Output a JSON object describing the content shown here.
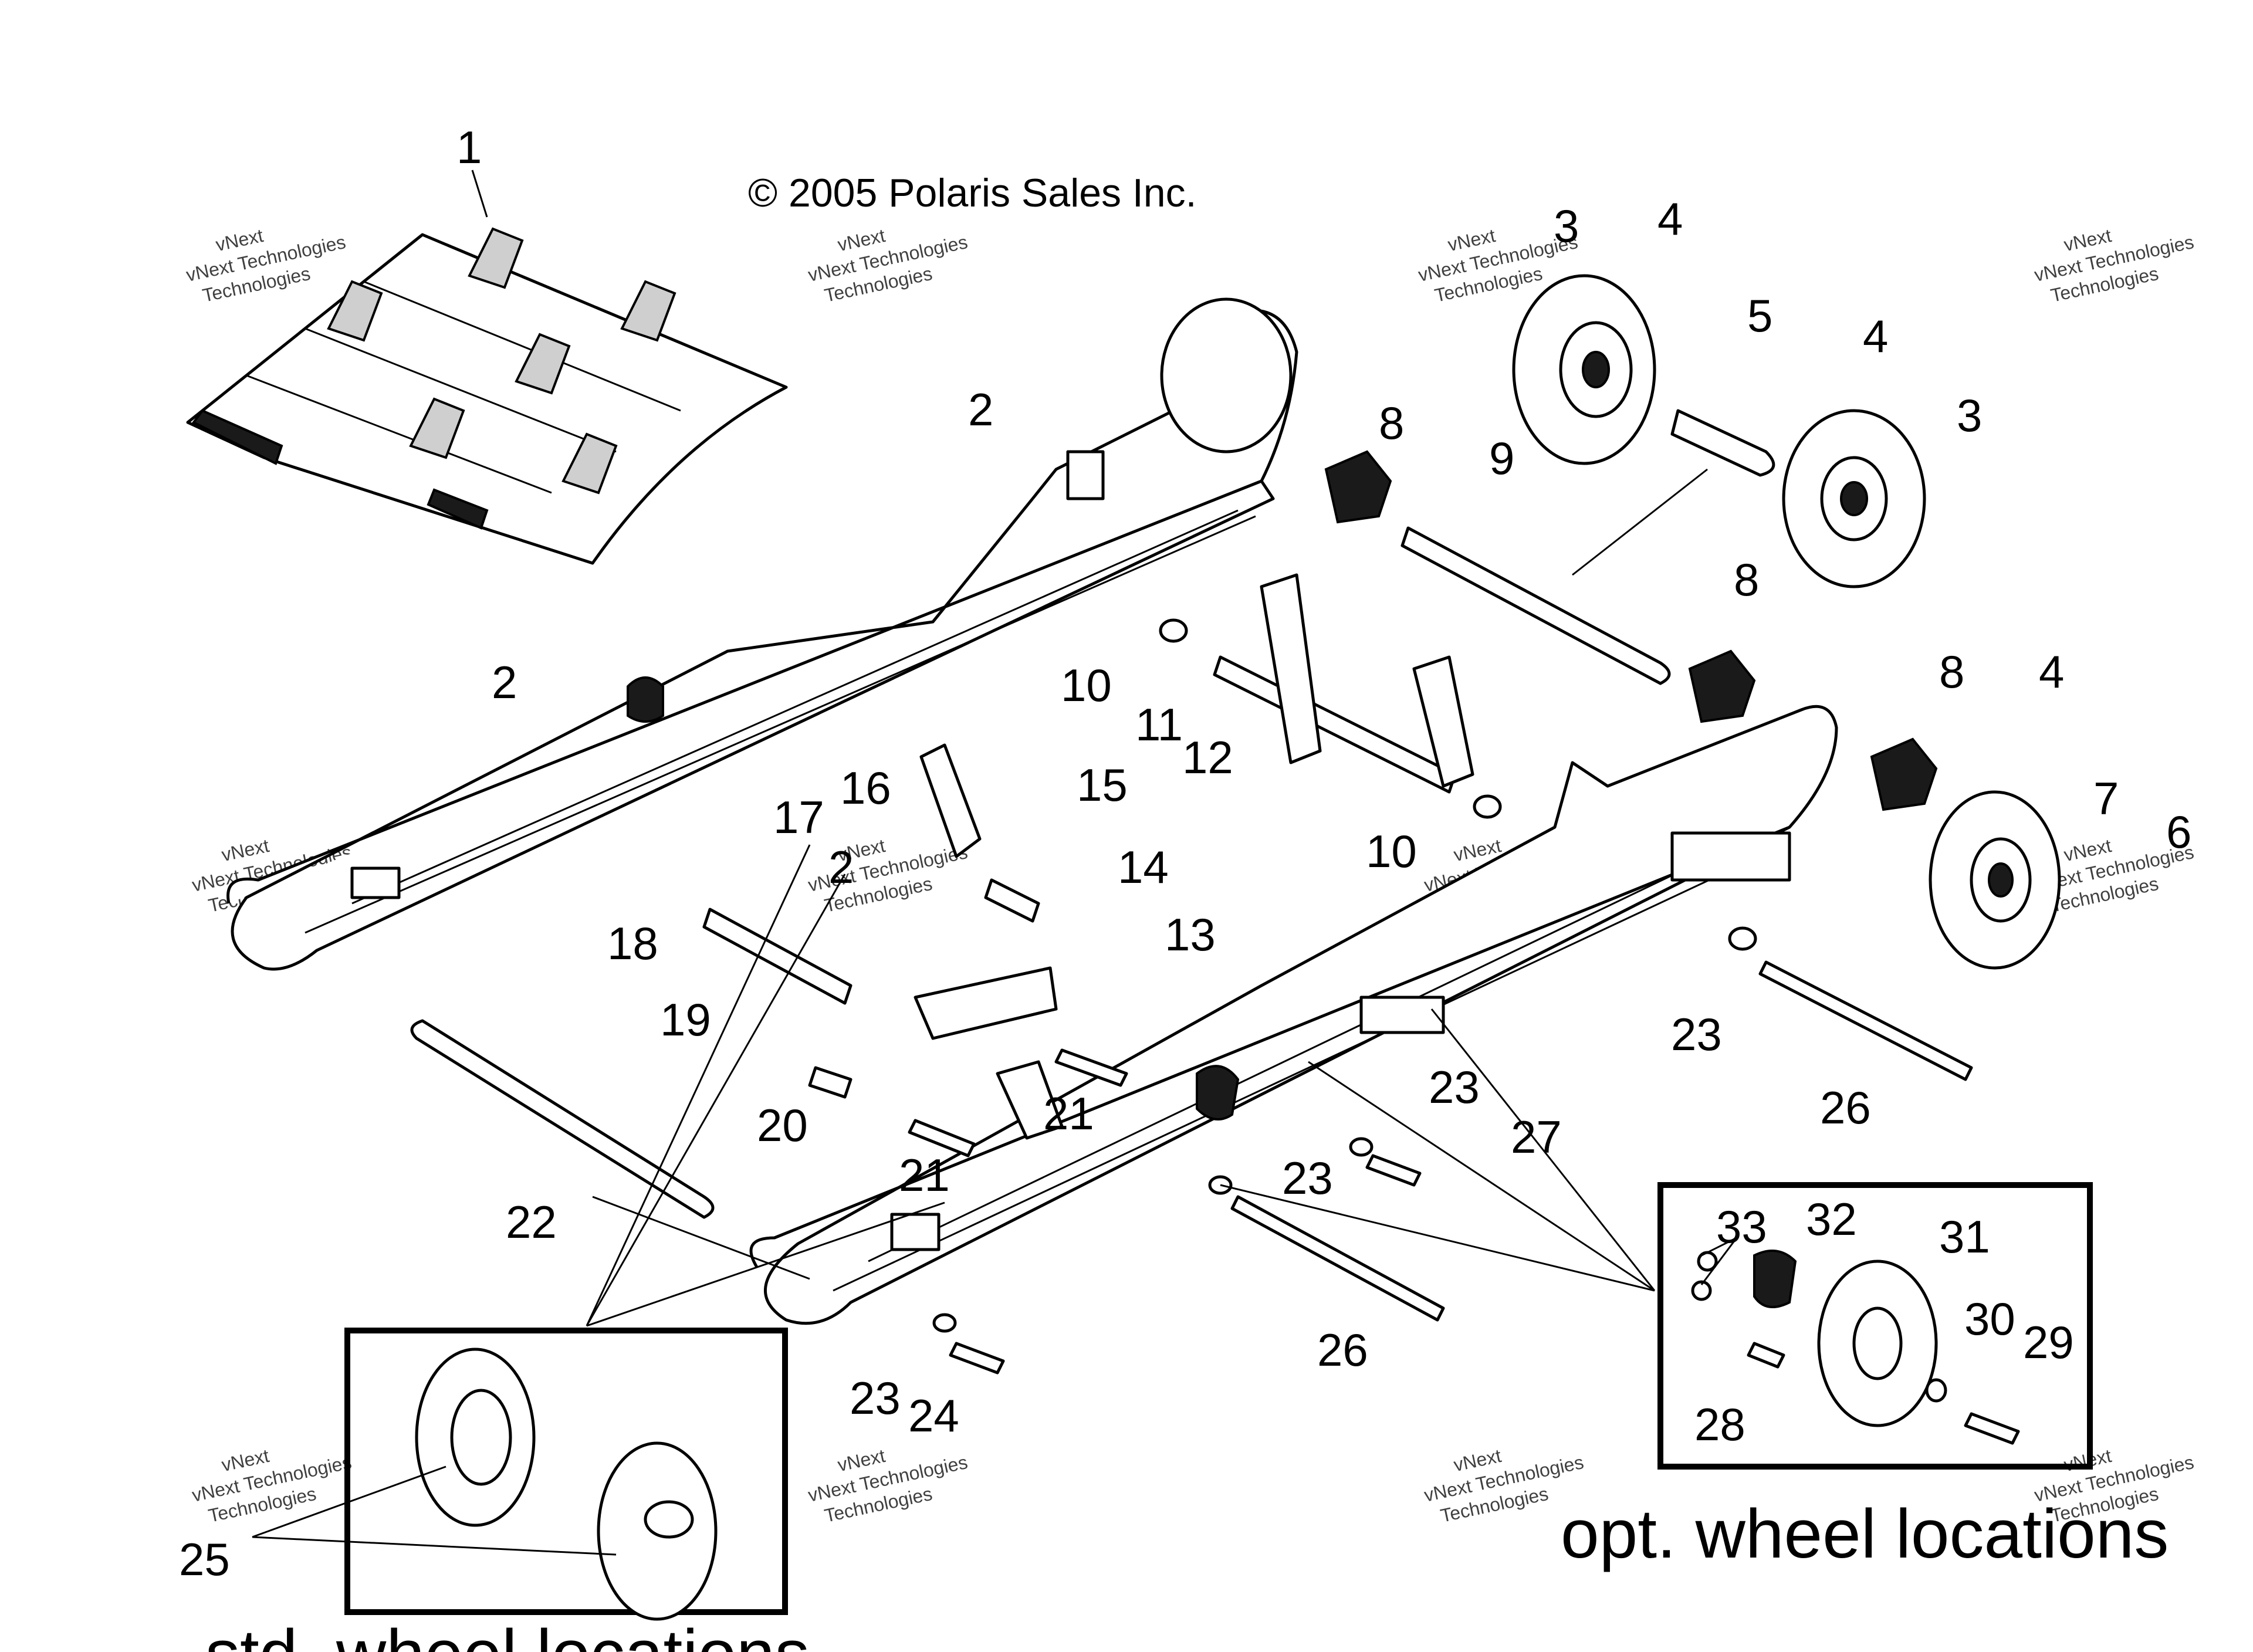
{
  "copyright": "© 2005 Polaris Sales Inc.",
  "watermark": {
    "line1": "vNext Technologies",
    "line2": "vNext",
    "line3": "Technologies"
  },
  "callouts": [
    "1",
    "2",
    "3",
    "4",
    "5",
    "6",
    "7",
    "8",
    "9",
    "10",
    "11",
    "12",
    "13",
    "14",
    "15",
    "16",
    "17",
    "18",
    "19",
    "20",
    "21",
    "22",
    "23",
    "24",
    "25",
    "26",
    "27",
    "28",
    "29",
    "30",
    "31",
    "32",
    "33"
  ],
  "captions": {
    "optional": "opt. wheel locations",
    "standard": "std. wheel locations"
  }
}
